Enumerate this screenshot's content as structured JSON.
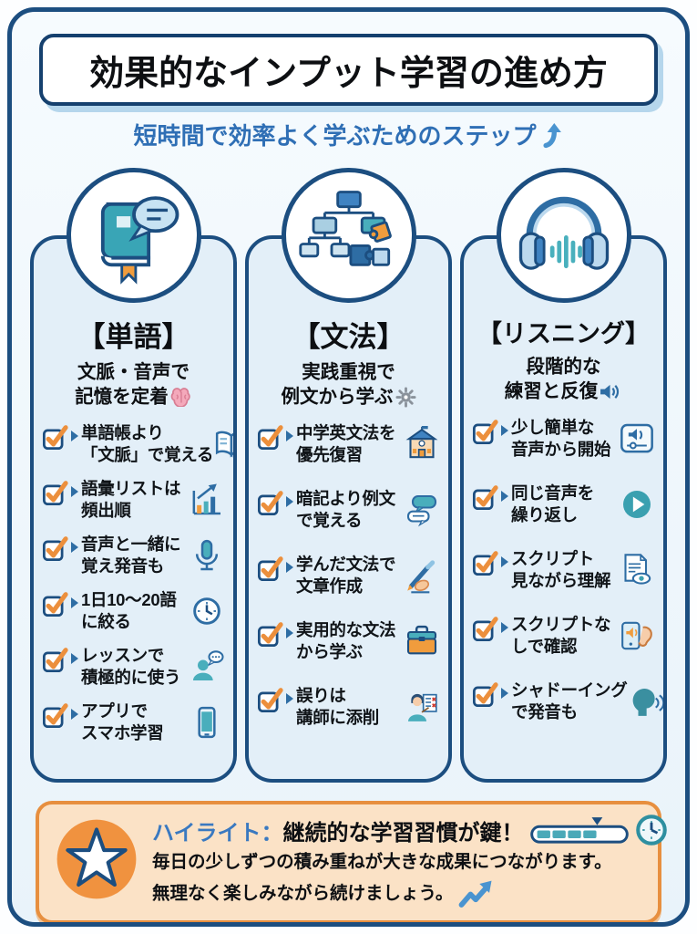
{
  "header": {
    "title": "効果的なインプット学習の進め方",
    "subtitle": "短時間で効率よく学ぶためのステップ",
    "subtitle_icon": "up-arrow-icon"
  },
  "columns": [
    {
      "id": "vocabulary",
      "circle_icon": "book-speech-icon",
      "heading": "【単語】",
      "subtitle": "文脈・音声で\n記憶を定着",
      "subtitle_icon": "brain-icon",
      "items": [
        {
          "text": "単語帳より\n「文脈」で覚える",
          "icon": "open-book-icon"
        },
        {
          "text": "語彙リストは\n頻出順",
          "icon": "bar-chart-icon"
        },
        {
          "text": "音声と一緒に\n覚え発音も",
          "icon": "microphone-icon"
        },
        {
          "text": "1日10〜20語\nに絞る",
          "icon": "clock-icon"
        },
        {
          "text": "レッスンで\n積極的に使う",
          "icon": "person-talking-icon"
        },
        {
          "text": "アプリで\nスマホ学習",
          "icon": "smartphone-icon"
        }
      ]
    },
    {
      "id": "grammar",
      "circle_icon": "grammar-tree-icon",
      "heading": "【文法】",
      "subtitle": "実践重視で\n例文から学ぶ",
      "subtitle_icon": "gear-icon",
      "items": [
        {
          "text": "中学英文法を\n優先復習",
          "icon": "school-icon"
        },
        {
          "text": "暗記より例文\nで覚える",
          "icon": "speech-bubbles-icon"
        },
        {
          "text": "学んだ文法で\n文章作成",
          "icon": "writing-hand-icon"
        },
        {
          "text": "実用的な文法\nから学ぶ",
          "icon": "briefcase-icon"
        },
        {
          "text": "誤りは\n講師に添削",
          "icon": "teacher-correction-icon"
        }
      ]
    },
    {
      "id": "listening",
      "circle_icon": "headphones-icon",
      "heading": "【リスニング】",
      "subtitle": "段階的な\n練習と反復",
      "subtitle_icon": "speaker-icon",
      "items": [
        {
          "text": "少し簡単な\n音声から開始",
          "icon": "speaker-slider-icon"
        },
        {
          "text": "同じ音声を\n繰り返し",
          "icon": "play-button-icon"
        },
        {
          "text": "スクリプト\n見ながら理解",
          "icon": "script-eye-icon"
        },
        {
          "text": "スクリプトな\nしで確認",
          "icon": "phone-ear-icon"
        },
        {
          "text": "シャドーイング\nで発音も",
          "icon": "shadowing-head-icon"
        }
      ]
    }
  ],
  "highlight": {
    "label": "ハイライト：",
    "headline": "継続的な学習習慣が鍵！",
    "body1": "毎日の少しずつの積み重ねが大きな成果につながります。",
    "body2": "無理なく楽しみながら続けましょう。",
    "icons": [
      "star-icon",
      "progress-bar-icon",
      "clock-icon",
      "trend-up-icon"
    ]
  },
  "colors": {
    "frame_border": "#1c4e80",
    "page_bg": "#f2f9fd",
    "panel_bg": "#e3eff8",
    "subtitle_blue": "#2f6fb5",
    "check_orange": "#ec8f3c",
    "teal": "#49aebc",
    "highlight_bg": "#fbe2c6",
    "highlight_border": "#e78f3f",
    "highlight_label_blue": "#3a79c0"
  }
}
